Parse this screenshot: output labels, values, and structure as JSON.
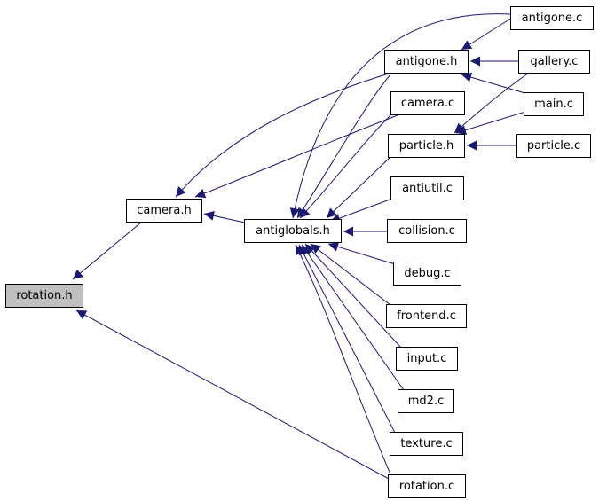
{
  "graph": {
    "edge_color": "#191970",
    "focus_fill": "#bfbfbf",
    "nodes": {
      "rotation_h": "rotation.h",
      "camera_h": "camera.h",
      "antiglobals_h": "antiglobals.h",
      "antigone_h": "antigone.h",
      "particle_h": "particle.h",
      "antigone_c": "antigone.c",
      "gallery_c": "gallery.c",
      "main_c": "main.c",
      "particle_c": "particle.c",
      "camera_c": "camera.c",
      "antiutil_c": "antiutil.c",
      "collision_c": "collision.c",
      "debug_c": "debug.c",
      "frontend_c": "frontend.c",
      "input_c": "input.c",
      "md2_c": "md2.c",
      "texture_c": "texture.c",
      "rotation_c": "rotation.c"
    },
    "edges": [
      [
        "rotation_h",
        "camera_h"
      ],
      [
        "rotation_h",
        "rotation_c"
      ],
      [
        "camera_h",
        "antiglobals_h"
      ],
      [
        "camera_h",
        "camera_c"
      ],
      [
        "camera_h",
        "antigone_h"
      ],
      [
        "antigone_h",
        "antigone_c"
      ],
      [
        "antigone_h",
        "gallery_c"
      ],
      [
        "antigone_h",
        "main_c"
      ],
      [
        "particle_h",
        "particle_c"
      ],
      [
        "particle_h",
        "gallery_c"
      ],
      [
        "particle_h",
        "main_c"
      ],
      [
        "antiglobals_h",
        "antigone_h"
      ],
      [
        "antiglobals_h",
        "particle_h"
      ],
      [
        "antiglobals_h",
        "antigone_c"
      ],
      [
        "antiglobals_h",
        "camera_c"
      ],
      [
        "antiglobals_h",
        "antiutil_c"
      ],
      [
        "antiglobals_h",
        "collision_c"
      ],
      [
        "antiglobals_h",
        "debug_c"
      ],
      [
        "antiglobals_h",
        "frontend_c"
      ],
      [
        "antiglobals_h",
        "input_c"
      ],
      [
        "antiglobals_h",
        "md2_c"
      ],
      [
        "antiglobals_h",
        "texture_c"
      ],
      [
        "antiglobals_h",
        "rotation_c"
      ]
    ]
  }
}
